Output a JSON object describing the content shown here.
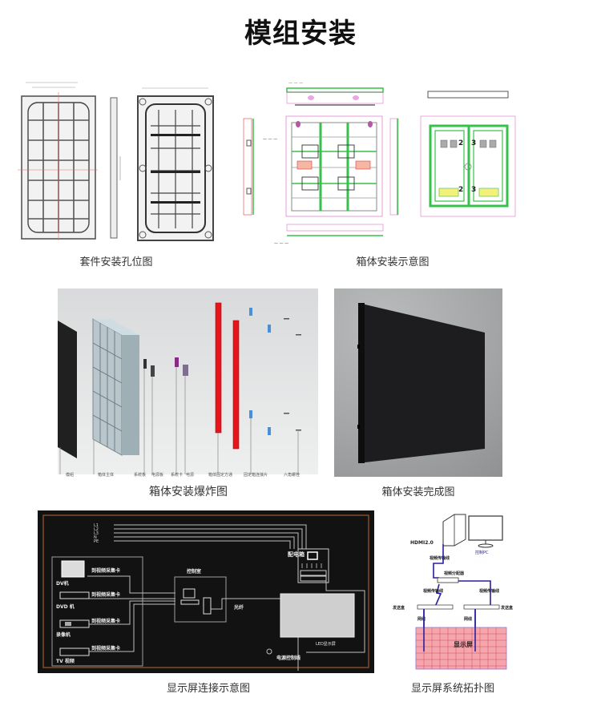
{
  "page": {
    "title": "模组安装"
  },
  "figures": {
    "kit_holes": {
      "caption": "套件安装孔位图"
    },
    "cabinet_install": {
      "caption": "箱体安装示意图"
    },
    "exploded": {
      "caption": "箱体安装爆炸图",
      "part_labels": [
        "模组",
        "箱体主体",
        "系统板",
        "电源板",
        "系统卡",
        "电源",
        "箱体固定方通",
        "固定箱连接片",
        "六角螺栓"
      ]
    },
    "finished": {
      "caption": "箱体安装完成图"
    },
    "connection": {
      "caption": "显示屏连接示意图",
      "devices": [
        {
          "name": "DV机",
          "link": "到视频采集卡"
        },
        {
          "name": "DVD 机",
          "link": "到视频采集卡"
        },
        {
          "name": "录像机",
          "link": "到视频采集卡"
        },
        {
          "name": "TV 视频",
          "link": "到视频采集卡"
        }
      ],
      "control_room": "控制室",
      "fiber": "光纤",
      "distribution_box": "配电箱",
      "led_screen": "LED显示屏",
      "power_control_line": "电源控制线",
      "power_inputs": [
        "L1",
        "L2",
        "L3",
        "N",
        "PE"
      ]
    },
    "topology": {
      "caption": "显示屏系统拓扑图",
      "hdmi": "HDMI2.0",
      "control_pc": "控制PC",
      "cable_top": "视频传输线",
      "splitter": "视频分配器",
      "cable_left": "视频传输线",
      "cable_right": "视频传输线",
      "sender_left": "发送盒",
      "sender_right": "发送盒",
      "net_left": "网线",
      "net_right": "网线",
      "screen": "显示屏"
    }
  },
  "colors": {
    "cad_green": "#36c24a",
    "cad_pink": "#e070c8",
    "cad_red": "#e23a3a",
    "exploded_red": "#e8141c",
    "exploded_blue": "#4a90d9",
    "topology_line": "#2a1fa0",
    "topology_screen": "#f4a6ad",
    "schematic_bg": "#121212",
    "schematic_border": "#9a5a2e"
  }
}
